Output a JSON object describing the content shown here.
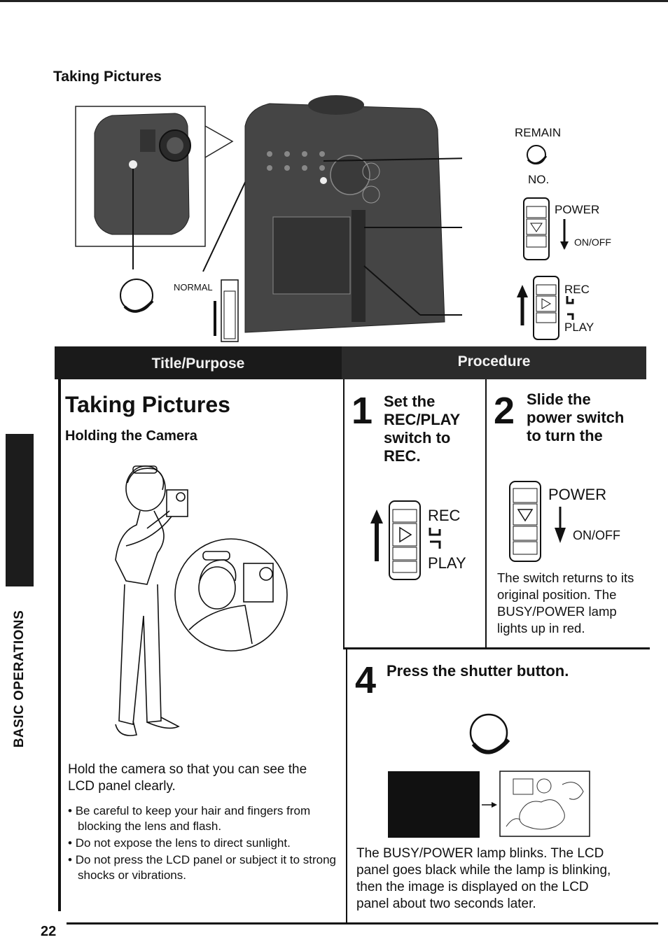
{
  "header": {
    "section_title": "Taking Pictures"
  },
  "sidebar": {
    "label": "BASIC OPERATIONS"
  },
  "page_number": "22",
  "diagram": {
    "remain_label": "REMAIN",
    "no_label": "NO.",
    "power_label": "POWER",
    "onoff_label": "ON/OFF",
    "rec_label": "REC",
    "play_label": "PLAY",
    "normal_label": "NORMAL"
  },
  "table": {
    "header_title_purpose": "Title/Purpose",
    "header_procedure": "Procedure",
    "title": "Taking Pictures",
    "subtitle": "Holding the Camera",
    "hold_text": "Hold the camera so that you can see the LCD panel clearly.",
    "bullets": [
      "Be careful to keep your hair and fingers from blocking the lens and flash.",
      "Do not expose the lens to direct sunlight.",
      "Do not press the LCD panel or subject it to strong shocks or vibrations."
    ],
    "step1": {
      "number": "1",
      "text": "Set the REC/PLAY switch to REC.",
      "rec": "REC",
      "play": "PLAY"
    },
    "step2": {
      "number": "2",
      "text": "Slide the power switch to turn the",
      "power": "POWER",
      "onoff": "ON/OFF",
      "note": "The switch returns to its original position. The BUSY/POWER lamp lights up in red."
    },
    "step4": {
      "number": "4",
      "text": "Press the shutter button.",
      "note": "The BUSY/POWER lamp blinks. The LCD panel goes black while the lamp is blinking, then the image is displayed on the LCD panel about two seconds later."
    }
  }
}
